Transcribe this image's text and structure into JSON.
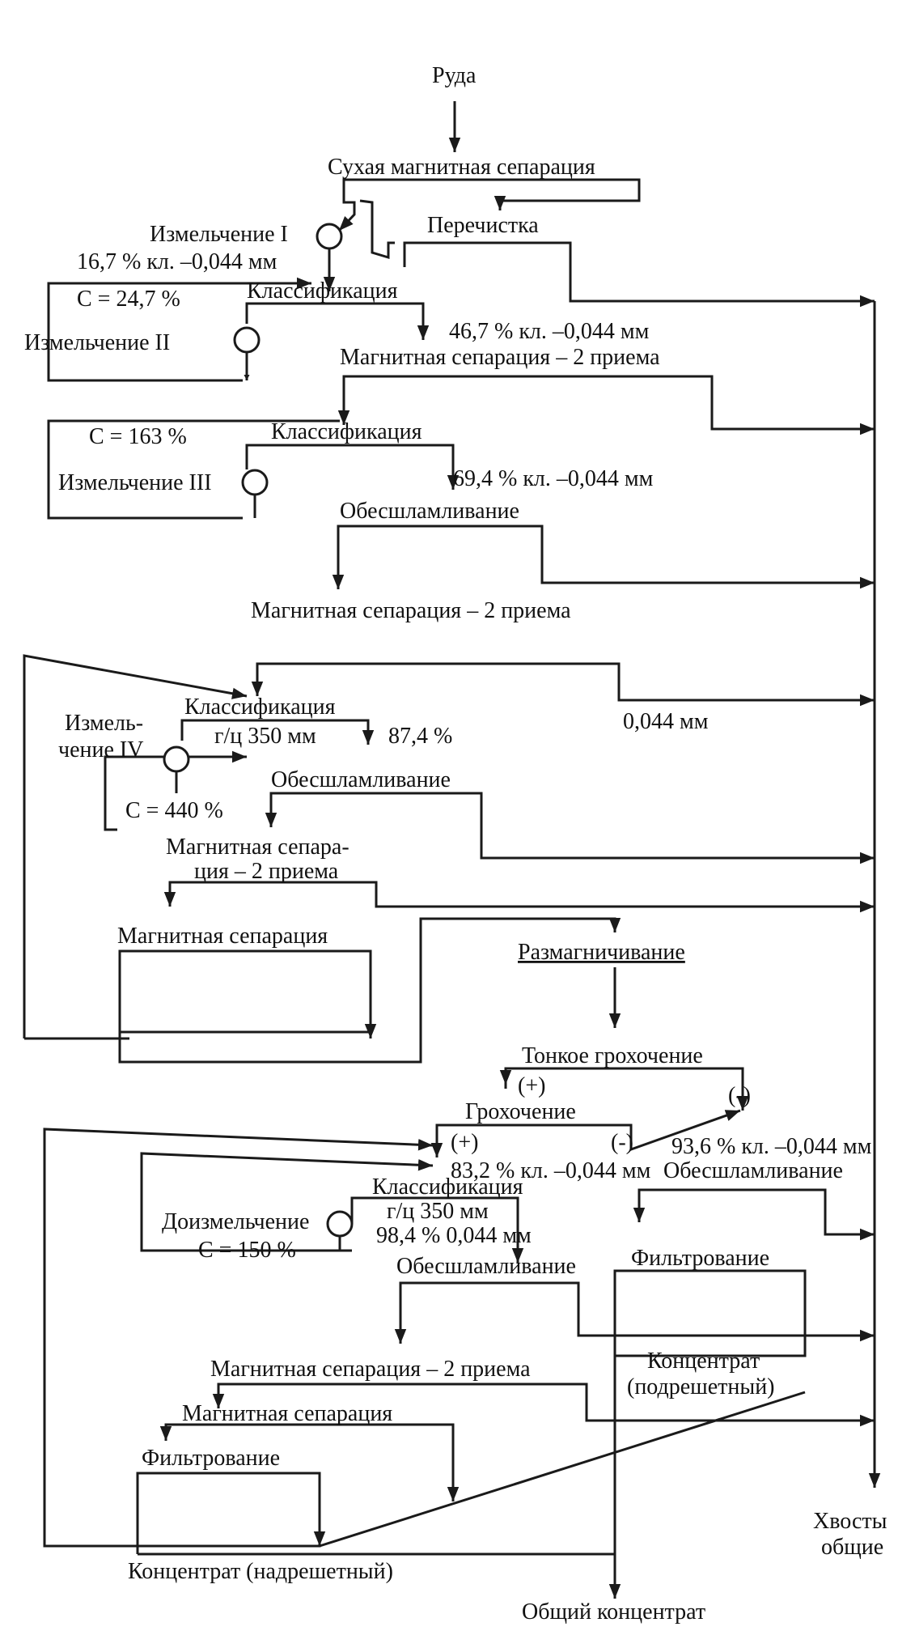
{
  "diagram": {
    "feed": "Руда",
    "stage1": {
      "dry_separation": "Сухая магнитная сепарация",
      "cleaning": "Перечистка",
      "grinding": "Измельчение I",
      "grind_size": "16,7 % кл. –0,044 мм",
      "circulating_load": "C = 24,7 %",
      "classification": "Классификация",
      "grinding_2": "Измельчение II",
      "product_size": "46,7 % кл. –0,044 мм",
      "mag_separation": "Магнитная сепарация – 2 приема"
    },
    "stage2": {
      "circulating_load": "C = 163 %",
      "classification": "Классификация",
      "grinding": "Измельчение III",
      "product_size": "69,4 % кл. –0,044 мм",
      "desliming": "Обесшламливание",
      "mag_separation": "Магнитная сепарация – 2 приема"
    },
    "stage3": {
      "classification": "Классификация",
      "grinding_line1": "Измель-",
      "grinding_line2": "чение IV",
      "hydrocyclone": "г/ц 350 мм",
      "product_pct": "87,4 %",
      "size_label": "0,044 мм",
      "circulating_load": "C = 440 %",
      "desliming": "Обесшламливание",
      "mag_separation_line1": "Магнитная сепара-",
      "mag_separation_line2": "ция – 2 приема",
      "mag_separation_final": "Магнитная сепарация"
    },
    "screening": {
      "demagnetizing": "Размагничивание",
      "fine_screening": "Тонкое грохочение",
      "plus": "(+)",
      "minus": "(-)",
      "screening": "Грохочение",
      "plus_2": "(+)",
      "minus_2": "(-)",
      "undersize_size": "93,6 % кл. –0,044 мм",
      "oversize_size": "83,2 % кл. –0,044 мм",
      "desliming": "Обесшламливание"
    },
    "regrind": {
      "classification": "Классификация",
      "grinding": "Доизмельчение",
      "circulating_load": "C = 150 %",
      "hydrocyclone": "г/ц 350 мм",
      "product_size": "98,4 % 0,044 мм",
      "desliming": "Обесшламливание",
      "filtering_undersize": "Фильтрование",
      "concentrate_undersize_line1": "Концентрат",
      "concentrate_undersize_line2": "(подрешетный)",
      "mag_separation_2": "Магнитная сепарация – 2 приема",
      "mag_separation": "Магнитная сепарация",
      "filtering": "Фильтрование",
      "concentrate_oversize": "Концентрат (надрешетный)"
    },
    "outputs": {
      "tails_line1": "Хвосты",
      "tails_line2": "общие",
      "total_concentrate": "Общий концентрат"
    }
  }
}
